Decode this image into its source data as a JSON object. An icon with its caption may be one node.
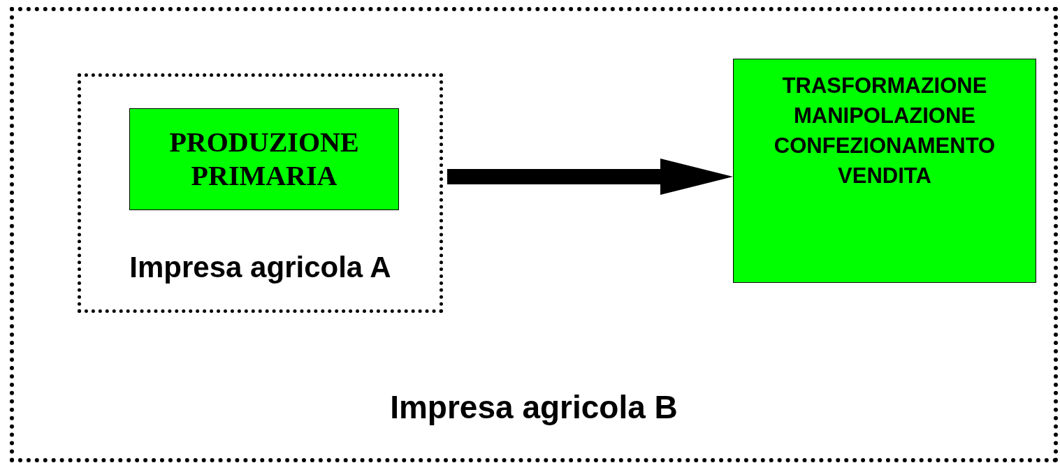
{
  "diagram": {
    "nodes": [
      {
        "text": [
          "Impresa agricola B"
        ]
      },
      {
        "text": [
          "Impresa agricola A"
        ],
        "in": 0
      },
      {
        "text": [
          "PRODUZIONE PRIMARIA"
        ],
        "in": 1
      },
      {
        "text": [
          "TRASFORMAZIONE MANIPOLAZIONE CONFEZIONAMENTO VENDITA"
        ],
        "in": 0
      }
    ],
    "edges": [
      {
        "from": 1,
        "to": 3,
        "arrow": "to"
      }
    ]
  }
}
